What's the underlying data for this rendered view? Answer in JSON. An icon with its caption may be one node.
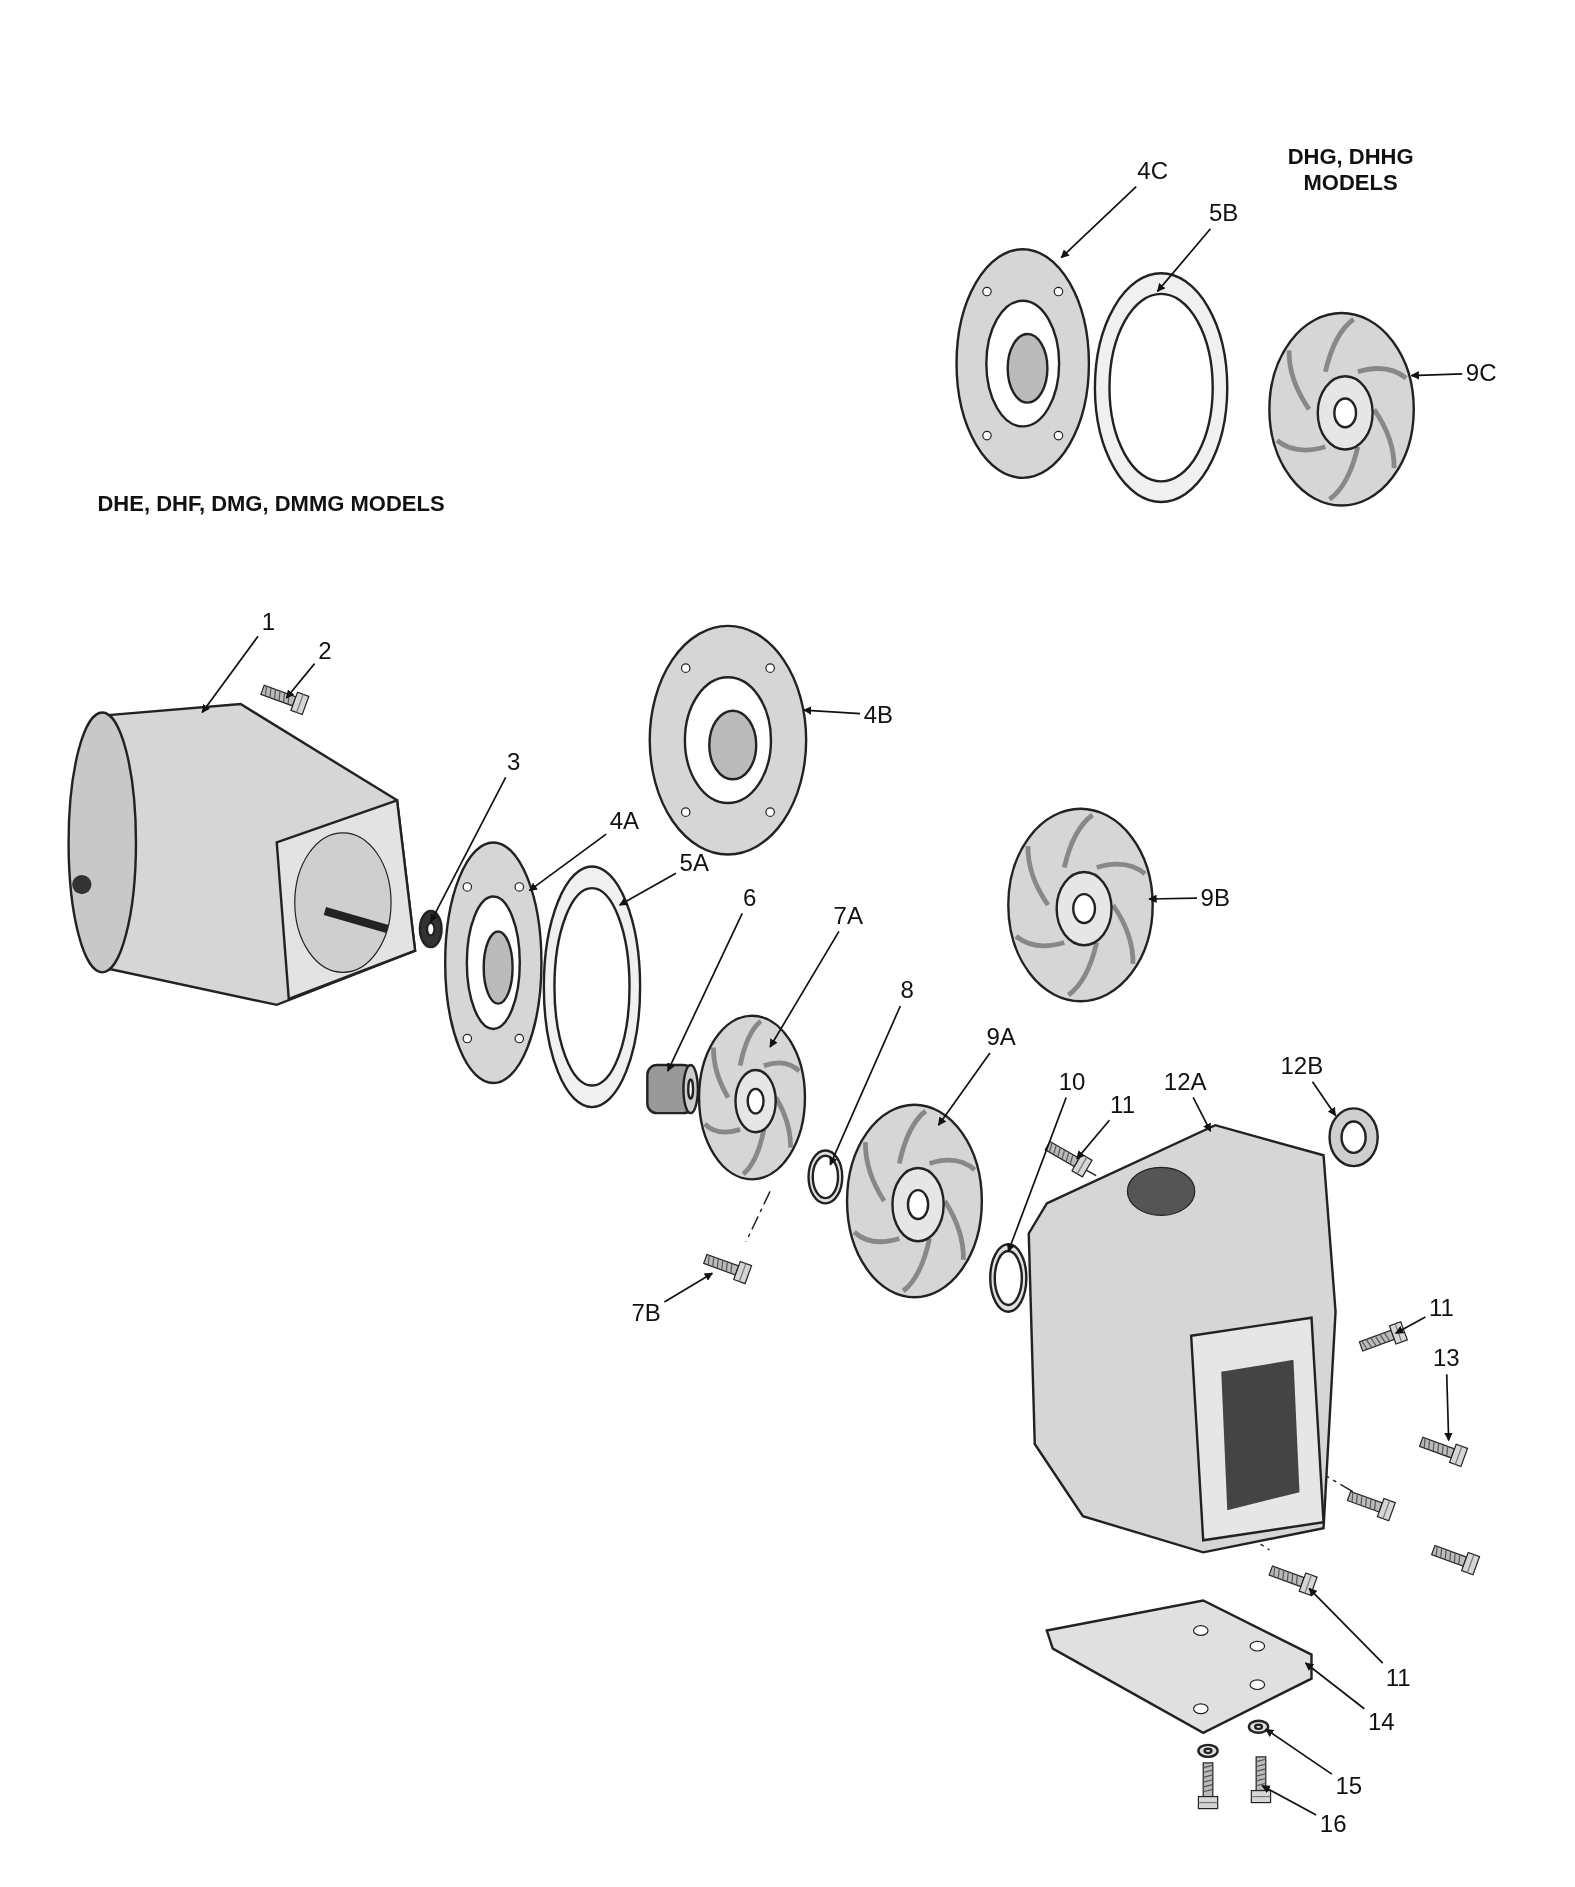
{
  "diagram": {
    "nodes": [
      {
        "text": [
          "1"
        ]
      },
      {
        "text": [
          "2"
        ]
      },
      {
        "text": [
          "3"
        ]
      },
      {
        "text": [
          "4A"
        ]
      },
      {
        "text": [
          "5A"
        ]
      },
      {
        "text": [
          "6"
        ]
      },
      {
        "text": [
          "7A"
        ]
      },
      {
        "text": [
          "8"
        ]
      },
      {
        "text": [
          "9A"
        ]
      },
      {
        "text": [
          "10"
        ]
      },
      {
        "text": [
          "11"
        ]
      },
      {
        "text": [
          "12A"
        ]
      },
      {
        "text": [
          "12B"
        ]
      },
      {
        "text": [
          "7B"
        ]
      },
      {
        "text": [
          "4B"
        ]
      },
      {
        "text": [
          "9B"
        ]
      },
      {
        "text": [
          "4C"
        ]
      },
      {
        "text": [
          "5B"
        ]
      },
      {
        "text": [
          "9C"
        ]
      },
      {
        "text": [
          "11"
        ]
      },
      {
        "text": [
          "13"
        ]
      },
      {
        "text": [
          "11"
        ]
      },
      {
        "text": [
          "14"
        ]
      },
      {
        "text": [
          "15"
        ]
      },
      {
        "text": [
          "16"
        ]
      },
      {
        "text": [],
        "shape": "picture"
      },
      {
        "text": [],
        "shape": "picture"
      },
      {
        "text": [],
        "shape": "picture"
      },
      {
        "text": [],
        "shape": "picture"
      },
      {
        "text": [],
        "shape": "picture"
      },
      {
        "text": [],
        "shape": "picture"
      },
      {
        "text": [],
        "shape": "picture"
      },
      {
        "text": [],
        "shape": "picture"
      },
      {
        "text": [],
        "shape": "picture"
      },
      {
        "text": [],
        "shape": "picture"
      },
      {
        "text": [],
        "shape": "picture"
      },
      {
        "text": [],
        "shape": "picture"
      },
      {
        "text": [],
        "shape": "picture"
      },
      {
        "text": [],
        "shape": "picture"
      },
      {
        "text": [],
        "shape": "picture"
      },
      {
        "text": [],
        "shape": "picture"
      },
      {
        "text": [],
        "shape": "picture"
      },
      {
        "text": [],
        "shape": "picture"
      },
      {
        "text": [],
        "shape": "picture"
      },
      {
        "text": [],
        "shape": "picture"
      },
      {
        "text": [],
        "shape": "picture"
      },
      {
        "text": [],
        "shape": "picture"
      },
      {
        "text": [],
        "shape": "picture"
      },
      {
        "text": [],
        "shape": "picture"
      },
      {
        "text": [],
        "shape": "picture"
      }
    ],
    "edges": [
      {
        "from": 0,
        "to": 25,
        "arrow": "to"
      },
      {
        "from": 1,
        "to": 26,
        "arrow": "to"
      },
      {
        "from": 2,
        "to": 27,
        "arrow": "to"
      },
      {
        "from": 3,
        "to": 28,
        "arrow": "to"
      },
      {
        "from": 4,
        "to": 29,
        "arrow": "to"
      },
      {
        "from": 5,
        "to": 30,
        "arrow": "to"
      },
      {
        "from": 6,
        "to": 31,
        "arrow": "to"
      },
      {
        "from": 7,
        "to": 32,
        "arrow": "to"
      },
      {
        "from": 8,
        "to": 33,
        "arrow": "to"
      },
      {
        "from": 9,
        "to": 34,
        "arrow": "to"
      },
      {
        "from": 10,
        "to": 35,
        "arrow": "to"
      },
      {
        "from": 11,
        "to": 36,
        "arrow": "to"
      },
      {
        "from": 12,
        "to": 37,
        "arrow": "to"
      },
      {
        "from": 13,
        "to": 38,
        "arrow": "to"
      },
      {
        "from": 14,
        "to": 39,
        "arrow": "to"
      },
      {
        "from": 15,
        "to": 40,
        "arrow": "to"
      },
      {
        "from": 16,
        "to": 41,
        "arrow": "to"
      },
      {
        "from": 17,
        "to": 42,
        "arrow": "to"
      },
      {
        "from": 18,
        "to": 43,
        "arrow": "to"
      },
      {
        "from": 19,
        "to": 44,
        "arrow": "to"
      },
      {
        "from": 20,
        "to": 45,
        "arrow": "to"
      },
      {
        "from": 21,
        "to": 46,
        "arrow": "to"
      },
      {
        "from": 22,
        "to": 47,
        "arrow": "to"
      },
      {
        "from": 23,
        "to": 48,
        "arrow": "to"
      },
      {
        "from": 24,
        "to": 49,
        "arrow": "to"
      }
    ],
    "labels": [
      "DHG, DHHG MODELS",
      "DHE, DHF, DMG, DMMG MODELS"
    ]
  }
}
